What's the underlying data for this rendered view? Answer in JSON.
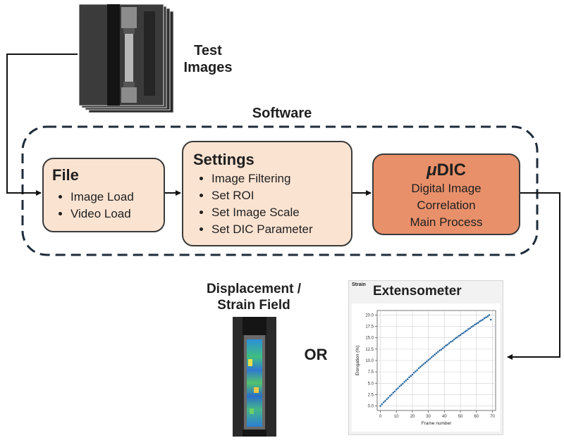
{
  "test_images": {
    "label_line1": "Test",
    "label_line2": "Images"
  },
  "software": {
    "label": "Software"
  },
  "file_box": {
    "title": "File",
    "items": [
      "Image Load",
      "Video Load"
    ]
  },
  "settings_box": {
    "title": "Settings",
    "items": [
      "Image Filtering",
      "Set ROI",
      "Set Image Scale",
      "Set DIC Parameter"
    ]
  },
  "udic_box": {
    "title_prefix": "μ",
    "title_main": "DIC",
    "lines": [
      "Digital Image",
      "Correlation",
      "Main Process"
    ]
  },
  "displacement": {
    "label_line1": "Displacement /",
    "label_line2": "Strain Field"
  },
  "or_label": "OR",
  "extensometer": {
    "label": "Extensometer",
    "panel_title": "Strain"
  },
  "chart_data": {
    "type": "scatter",
    "title": "",
    "xlabel": "Frame number",
    "ylabel": "Elongation (%)",
    "xlim": [
      -2,
      72
    ],
    "ylim": [
      -1,
      21
    ],
    "xticks": [
      0,
      10,
      20,
      30,
      40,
      50,
      60,
      70
    ],
    "yticks": [
      0.0,
      2.5,
      5.0,
      7.5,
      10.0,
      12.5,
      15.0,
      17.5,
      20.0
    ],
    "ytick_labels": [
      "0.0",
      "2.5",
      "5.0",
      "7.5",
      "10.0",
      "12.5",
      "15.0",
      "17.5",
      "20.0"
    ],
    "grid": true,
    "marker_color": "#2e6da4",
    "x": [
      0,
      1,
      2,
      3,
      4,
      5,
      6,
      7,
      8,
      9,
      10,
      11,
      12,
      13,
      14,
      15,
      16,
      17,
      18,
      19,
      20,
      21,
      22,
      23,
      24,
      25,
      26,
      27,
      28,
      29,
      30,
      31,
      32,
      33,
      34,
      35,
      36,
      37,
      38,
      39,
      40,
      41,
      42,
      43,
      44,
      45,
      46,
      47,
      48,
      49,
      50,
      51,
      52,
      53,
      54,
      55,
      56,
      57,
      58,
      59,
      60,
      61,
      62,
      63,
      64,
      65,
      66,
      67,
      68,
      69
    ],
    "y": [
      0.0,
      0.4,
      0.8,
      1.1,
      1.5,
      1.8,
      2.2,
      2.5,
      2.9,
      3.2,
      3.6,
      3.9,
      4.3,
      4.6,
      4.9,
      5.3,
      5.6,
      5.9,
      6.3,
      6.6,
      6.9,
      7.3,
      7.6,
      7.9,
      8.3,
      8.6,
      8.9,
      9.2,
      9.5,
      9.8,
      10.1,
      10.4,
      10.7,
      11.0,
      11.3,
      11.6,
      11.9,
      12.2,
      12.4,
      12.7,
      13.0,
      13.3,
      13.5,
      13.8,
      14.1,
      14.3,
      14.6,
      14.9,
      15.1,
      15.4,
      15.6,
      15.9,
      16.1,
      16.4,
      16.6,
      16.9,
      17.1,
      17.4,
      17.6,
      17.9,
      18.1,
      18.3,
      18.6,
      18.8,
      19.0,
      19.3,
      19.5,
      19.7,
      20.0,
      19.0
    ]
  }
}
